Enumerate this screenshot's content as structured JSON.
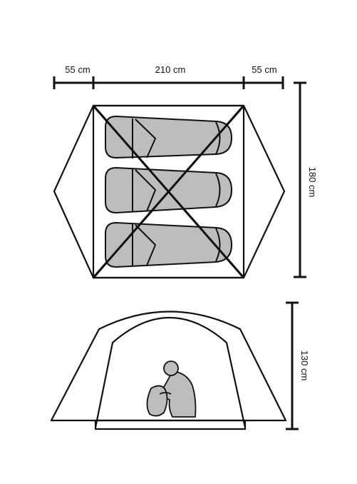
{
  "dimensions": {
    "left_vestibule": "55 cm",
    "inner_length": "210 cm",
    "right_vestibule": "55 cm",
    "width": "180 cm",
    "height": "130 cm"
  },
  "colors": {
    "line": "#111111",
    "sleeping_bag_fill": "#bdbdbd",
    "person_fill": "#bdbdbd",
    "background": "#ffffff"
  },
  "figure": {
    "sleeping_bags": 3,
    "persons": 1
  }
}
